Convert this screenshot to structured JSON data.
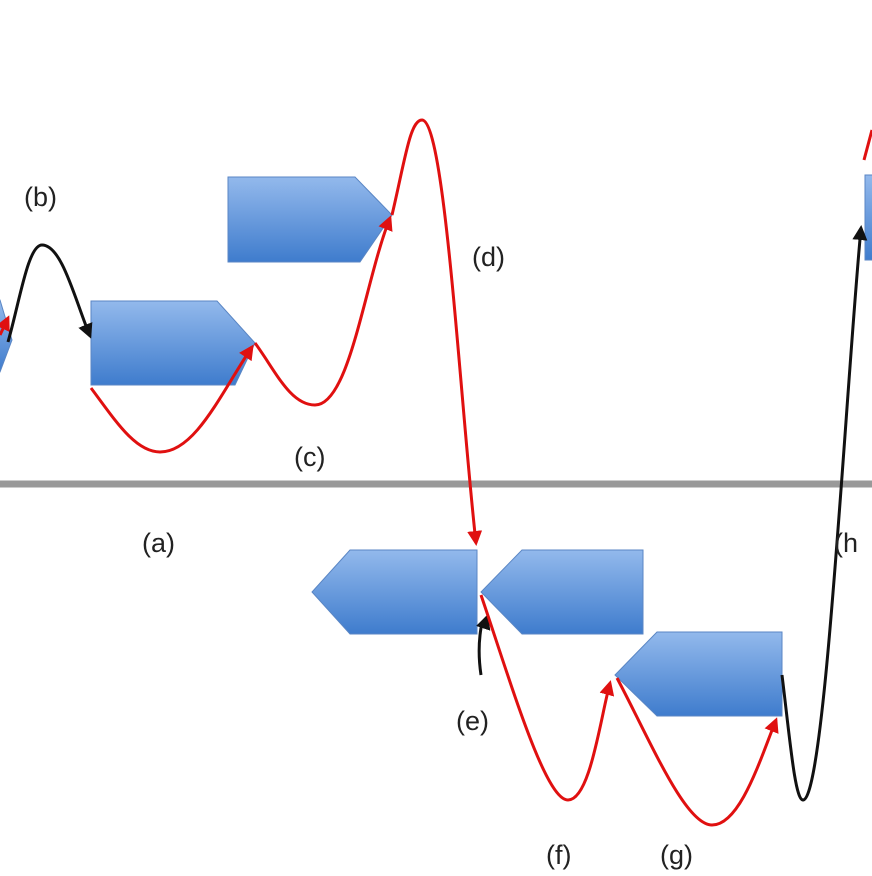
{
  "labels": {
    "a": "(a)",
    "b": "(b)",
    "c": "(c)",
    "d": "(d)",
    "e": "(e)",
    "f": "(f)",
    "g": "(g)",
    "h": "(h"
  },
  "colors": {
    "block": "#5b8fd8",
    "forward": "#e01010",
    "reverse": "#111111",
    "baseline": "#999999"
  }
}
